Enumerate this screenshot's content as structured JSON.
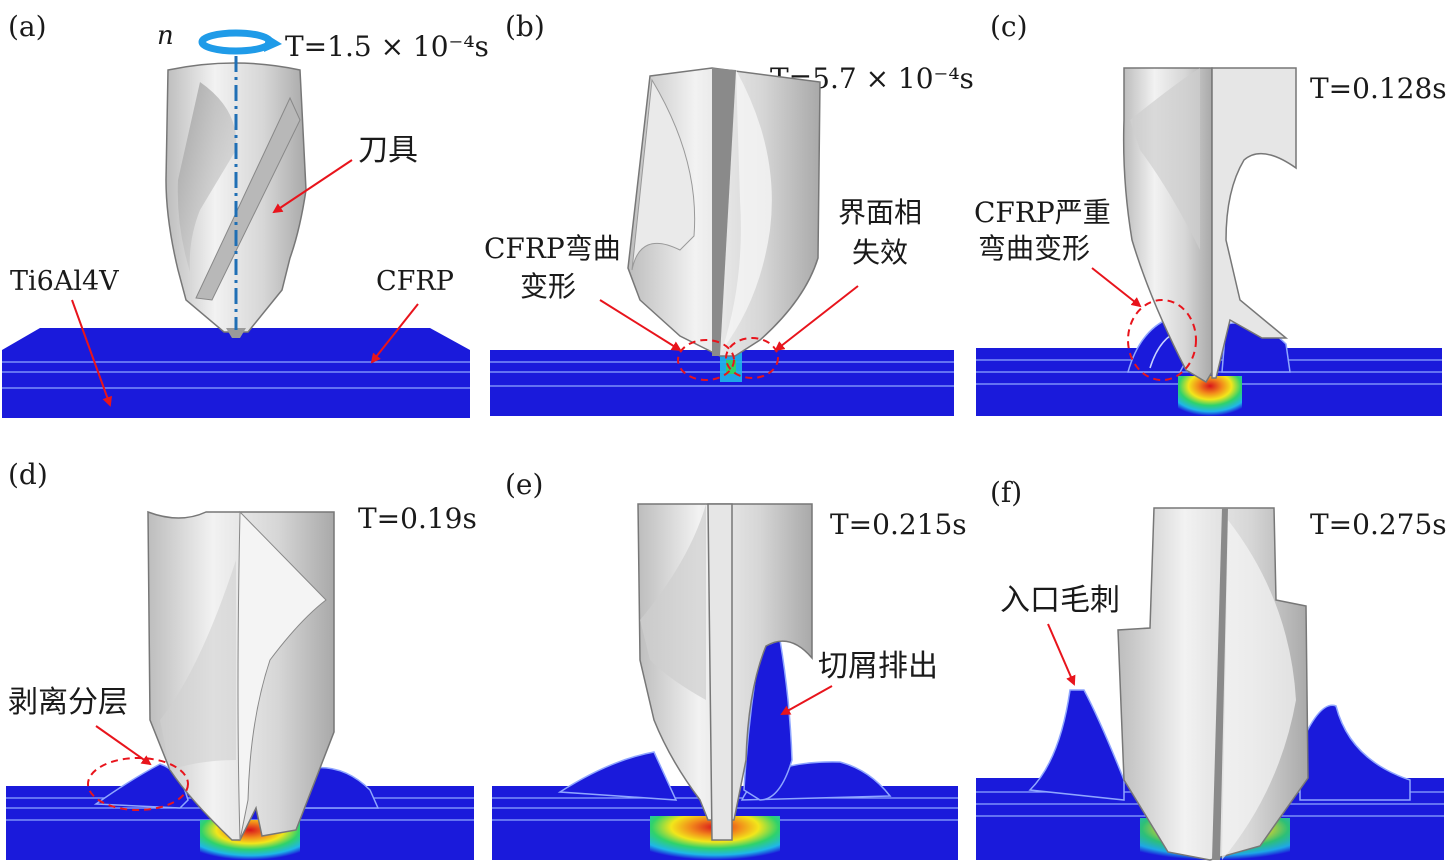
{
  "panels": [
    {
      "letter": "(a)",
      "time": "T=1.5 × 10⁻⁴s",
      "rotation_label": "n",
      "labels": [
        "刀具",
        "Ti6Al4V",
        "CFRP"
      ]
    },
    {
      "letter": "(b)",
      "time": "T=5.7 × 10⁻⁴s",
      "labels": [
        "CFRP弯曲",
        "变形",
        "界面相",
        "失效"
      ]
    },
    {
      "letter": "(c)",
      "time": "T=0.128s",
      "labels": [
        "CFRP严重",
        "弯曲变形"
      ]
    },
    {
      "letter": "(d)",
      "time": "T=0.19s",
      "labels": [
        "剥离分层"
      ]
    },
    {
      "letter": "(e)",
      "time": "T=0.215s",
      "labels": [
        "切屑排出"
      ]
    },
    {
      "letter": "(f)",
      "time": "T=0.275s",
      "labels": [
        "入口毛刺"
      ]
    }
  ],
  "colors": {
    "workpiece_blue": "#1a1adb",
    "tool_grey": "#d9d9d9",
    "arrow_red": "#e8141c",
    "axis_blue": "#1f6fb5",
    "stress_red": "#e8141c",
    "stress_yellow": "#f2e61b",
    "stress_green": "#2fd26b",
    "stress_cyan": "#1fb7e8"
  }
}
